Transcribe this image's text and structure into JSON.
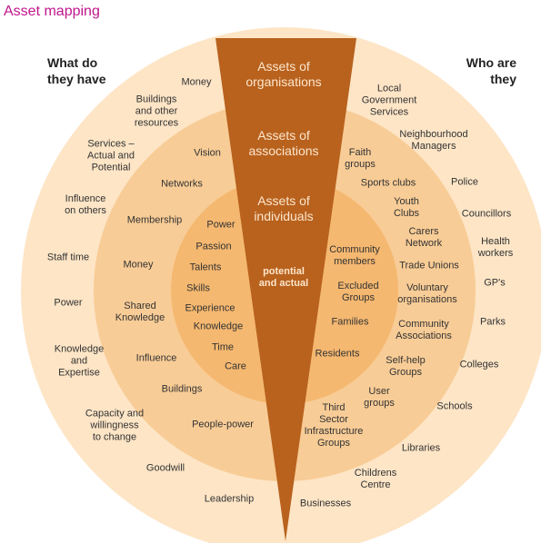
{
  "title": "Asset mapping",
  "headings": {
    "left": "What do\nthey have",
    "right": "Who are\nthey"
  },
  "colors": {
    "outer": "#fde5c6",
    "middle": "#f8cc96",
    "inner": "#f5b870",
    "wedge": "#b8621e",
    "title": "#c2158c"
  },
  "wedge": {
    "organisations": "Assets of\norganisations",
    "associations": "Assets of\nassociations",
    "individuals": "Assets of\nindividuals",
    "sub": "potential\nand actual"
  },
  "left_outer": [
    "Money",
    "Buildings\nand other\nresources",
    "Services –\nActual and\nPotential",
    "Influence\non others",
    "Staff time",
    "Power",
    "Knowledge\nand\nExpertise",
    "Capacity and\nwillingness\nto change",
    "Goodwill",
    "Leadership"
  ],
  "left_middle": [
    "Vision",
    "Networks",
    "Membership",
    "Money",
    "Shared\nKnowledge",
    "Influence",
    "Buildings",
    "People-power"
  ],
  "left_inner": [
    "Power",
    "Passion",
    "Talents",
    "Skills",
    "Experience",
    "Knowledge",
    "Time",
    "Care"
  ],
  "right_outer": [
    "Local\nGovernment\nServices",
    "Neighbourhood\nManagers",
    "Police",
    "Councillors",
    "Health\nworkers",
    "GP's",
    "Parks",
    "Colleges",
    "Schools",
    "Libraries",
    "Childrens\nCentre",
    "Businesses"
  ],
  "right_middle": [
    "Faith\ngroups",
    "Sports clubs",
    "Youth\nClubs",
    "Carers\nNetwork",
    "Trade Unions",
    "Voluntary\norganisations",
    "Community\nAssociations",
    "Self-help\nGroups",
    "User\ngroups",
    "Third\nSector\nInfrastructure\nGroups"
  ],
  "right_inner": [
    "Community\nmembers",
    "Excluded\nGroups",
    "Families",
    "Residents"
  ]
}
